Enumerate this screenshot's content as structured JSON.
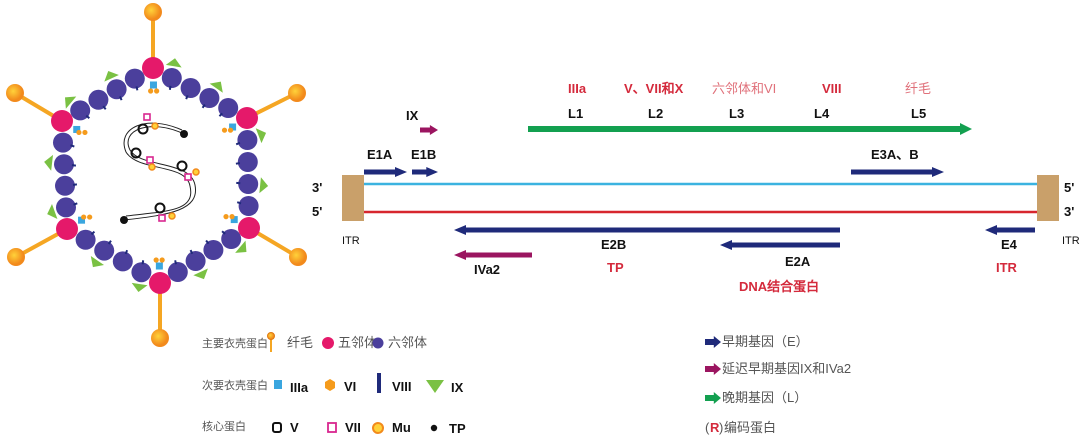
{
  "colors": {
    "early": "#1f2a7a",
    "delayed": "#9b1560",
    "late": "#13a050",
    "penton": "#e5196a",
    "hexon": "#4b3f9c",
    "fiber": "#f5a623",
    "itr": "#c9a06a",
    "top_strand": "#3bb3e0",
    "bottom_strand": "#d7262e",
    "protein_red": "#d42a3c"
  },
  "genome": {
    "strand_top_left": "3'",
    "strand_bottom_left": "5'",
    "strand_top_right": "5'",
    "strand_bottom_right": "3'",
    "itr_left": "ITR",
    "itr_right": "ITR",
    "late_units": [
      "L1",
      "L2",
      "L3",
      "L4",
      "L5"
    ],
    "late_proteins": [
      "IIIa",
      "V、VII和X",
      "六邻体和VI",
      "VIII",
      "纤毛"
    ],
    "genes": {
      "e1a": "E1A",
      "e1b": "E1B",
      "ix": "IX",
      "e3": "E3A、B",
      "e2b": "E2B",
      "e2a": "E2A",
      "iva2": "IVa2",
      "e4": "E4"
    },
    "encoded": {
      "e2b": "TP",
      "e2a": "DNA结合蛋白",
      "e4": "ITR"
    }
  },
  "legend": {
    "major": {
      "label": "主要衣壳蛋白",
      "fiber": "纤毛",
      "penton": "五邻体",
      "hexon": "六邻体"
    },
    "minor": {
      "label": "次要衣壳蛋白",
      "iiia": "IIIa",
      "vi": "VI",
      "viii": "VIII",
      "ix": "IX"
    },
    "core": {
      "label": "核心蛋白",
      "v": "V",
      "vii": "VII",
      "mu": "Mu",
      "tp": "TP"
    },
    "genes": {
      "early": "早期基因（E）",
      "delayed": "延迟早期基因IX和IVa2",
      "late": "晚期基因（L）",
      "encoded_mark": "R",
      "encoded": "编码蛋白"
    }
  }
}
